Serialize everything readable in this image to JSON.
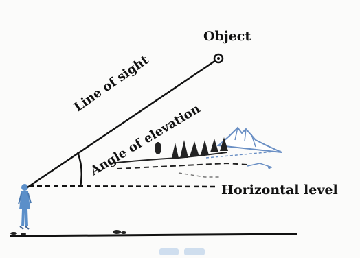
{
  "diagram": {
    "object_label": "Object",
    "line_of_sight_label": "Line of sight",
    "angle_of_elevation_label": "Angle of elevation",
    "horizontal_level_label": "Horizontal level"
  },
  "icons": {
    "observer": "person-figure-icon",
    "target": "object-circle-icon",
    "landscape": "mountain-trees-icon"
  },
  "colors": {
    "ink": "#111111",
    "background": "#fbfbfa",
    "observer_blue": "#5b8fc9",
    "mountain_blue": "#6a8fc4"
  }
}
